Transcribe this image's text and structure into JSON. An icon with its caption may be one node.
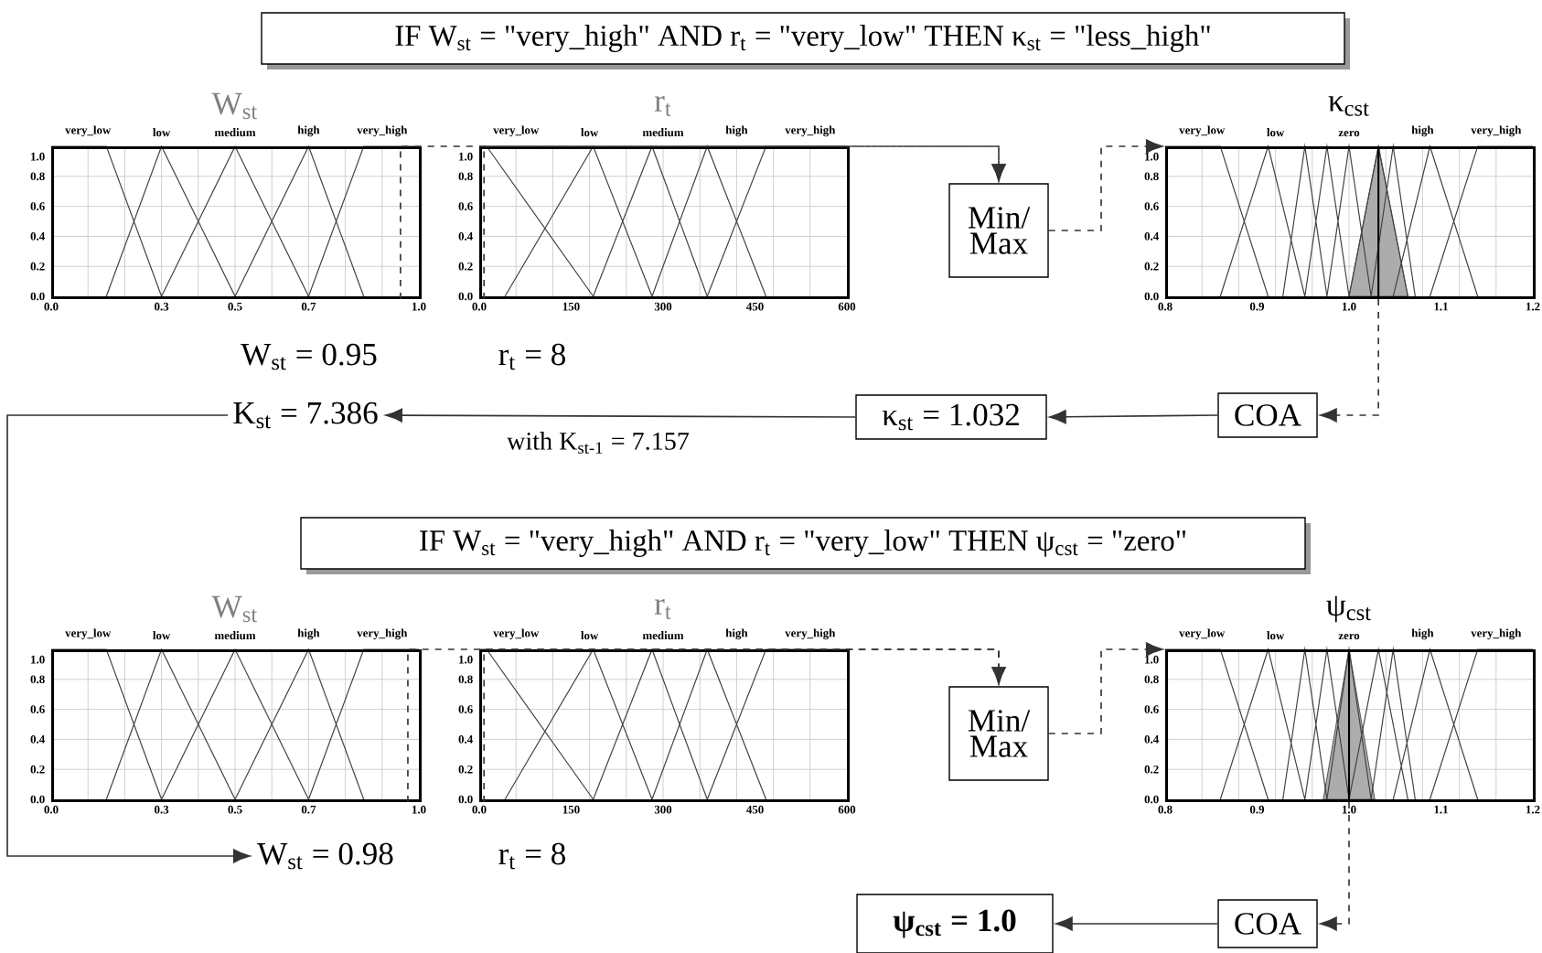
{
  "diagram": {
    "nodes": [
      {
        "text": [
          "IF W$_{st}$ = \"very_high\" AND r$_{t}$ = \"very_low\" THEN κ$_{st}$ = \"less_high\""
        ]
      },
      {
        "text": [
          "W$_{st}$"
        ],
        "beside": [
          "very_low",
          "low",
          "medium",
          "high",
          "very_high",
          "1.0",
          "0.8",
          "0.6",
          "0.4",
          "0.2",
          "0.0",
          "0.0",
          "0.3",
          "0.5",
          "0.7",
          "1.0"
        ]
      },
      {
        "text": [
          "r$_{t}$"
        ],
        "beside": [
          "very_low",
          "low",
          "medium",
          "high",
          "very_high",
          "1.0",
          "0.8",
          "0.6",
          "0.4",
          "0.2",
          "0.0",
          "0.0",
          "150",
          "300",
          "450",
          "600"
        ]
      },
      {
        "text": [
          "κ$_{cst}$"
        ],
        "beside": [
          "very_low",
          "low",
          "zero",
          "high",
          "very_high",
          "1.0",
          "0.8",
          "0.6",
          "0.4",
          "0.2",
          "0.0",
          "0.8",
          "0.9",
          "1.0",
          "1.1",
          "1.2"
        ]
      },
      {
        "text": [
          "Min/ Max"
        ]
      },
      {
        "text": [
          "COA"
        ]
      },
      {
        "text": [
          "κ$_{st}$ = 1.032"
        ]
      },
      {
        "text": [
          "K$_{st}$ = 7.386"
        ]
      },
      {
        "text": [
          "IF W$_{st}$ = \"very_high\" AND r$_{t}$ = \"very_low\" THEN ψ$_{cst}$ = \"zero\""
        ]
      },
      {
        "text": [
          "W$_{st}$"
        ],
        "beside": [
          "very_low",
          "low",
          "medium",
          "high",
          "very_high",
          "1.0",
          "0.8",
          "0.6",
          "0.4",
          "0.2",
          "0.0",
          "0.0",
          "0.3",
          "0.5",
          "0.7",
          "1.0"
        ]
      },
      {
        "text": [
          "r$_{t}$"
        ],
        "beside": [
          "very_low",
          "low",
          "medium",
          "high",
          "very_high",
          "1.0",
          "0.8",
          "0.6",
          "0.4",
          "0.2",
          "0.0",
          "0.0",
          "150",
          "300",
          "450",
          "600"
        ]
      },
      {
        "text": [
          "ψ$_{cst}$"
        ],
        "beside": [
          "very_low",
          "low",
          "zero",
          "high",
          "very_high",
          "1.0",
          "0.8",
          "0.6",
          "0.4",
          "0.2",
          "0.0",
          "0.8",
          "0.9",
          "1.0",
          "1.1",
          "1.2"
        ]
      },
      {
        "text": [
          "Min/ Max"
        ]
      },
      {
        "text": [
          "COA"
        ]
      },
      {
        "text": [
          "ψ$_{cst}$ = 1.0"
        ]
      },
      {
        "text": [
          "W$_{st}$ = 0.98"
        ]
      }
    ],
    "edges": [
      {
        "from": 1,
        "to": 4,
        "arrow": "to",
        "style": "dashed"
      },
      {
        "from": 2,
        "to": 4,
        "arrow": "to",
        "style": "dashed"
      },
      {
        "from": 4,
        "to": 3,
        "arrow": "to",
        "style": "dashed"
      },
      {
        "from": 3,
        "to": 5,
        "arrow": "to",
        "style": "dashed"
      },
      {
        "from": 5,
        "to": 6,
        "arrow": "to"
      },
      {
        "from": 6,
        "to": 7,
        "arrow": "to",
        "label": "with K$_{st-1}$ = 7.157"
      },
      {
        "from": 7,
        "to": 15,
        "arrow": "to"
      },
      {
        "from": 9,
        "to": 12,
        "arrow": "to",
        "style": "dashed"
      },
      {
        "from": 10,
        "to": 12,
        "arrow": "to",
        "style": "dashed"
      },
      {
        "from": 12,
        "to": 11,
        "arrow": "to",
        "style": "dashed"
      },
      {
        "from": 11,
        "to": 13,
        "arrow": "to",
        "style": "dashed"
      },
      {
        "from": 13,
        "to": 14,
        "arrow": "to"
      }
    ],
    "labels": [
      "W$_{st}$ = 0.95",
      "r$_{t}$ = 8",
      "r$_{t}$ = 8"
    ]
  }
}
